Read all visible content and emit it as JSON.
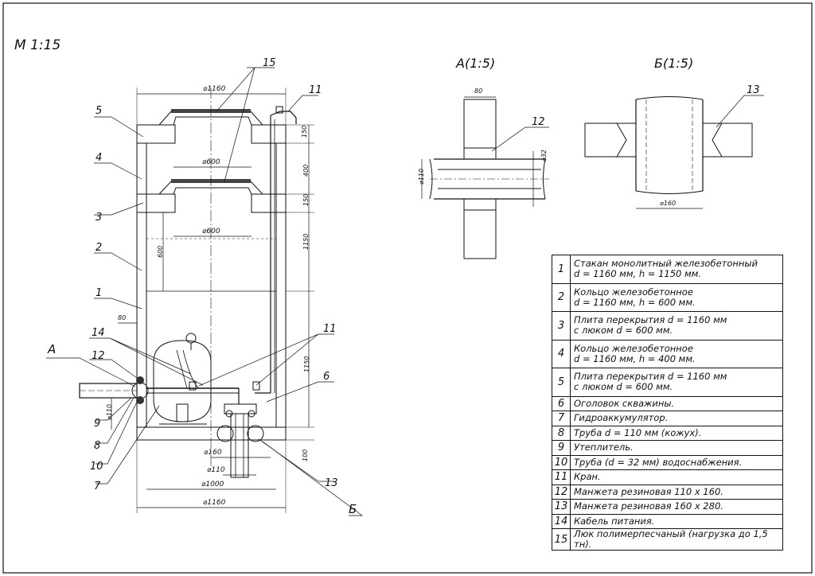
{
  "scale_main": "M 1:15",
  "detail_a": {
    "title": "A(1:5)",
    "dim_wall": "80",
    "dim_pipe": "⌀110",
    "dim_inner": "⌀32",
    "callout": "12"
  },
  "detail_b": {
    "title": "Б(1:5)",
    "dim_pipe": "⌀160",
    "callout": "13"
  },
  "dims": {
    "d1160_top": "⌀1160",
    "d600_top": "⌀600",
    "d600_mid": "⌀600",
    "d160": "⌀160",
    "d110": "⌀110",
    "d1000": "⌀1000",
    "d1160_bottom": "⌀1160",
    "h150_a": "150",
    "h400": "400",
    "h150_b": "150",
    "h1150": "1150",
    "h1150_lower": "1150",
    "h100": "100",
    "h600": "600",
    "wall80": "80",
    "pipe110": "⌀110"
  },
  "callouts": {
    "c15": "15",
    "c11_top": "11",
    "c5": "5",
    "c4": "4",
    "c3": "3",
    "c2": "2",
    "c1": "1",
    "c14": "14",
    "c12": "12",
    "cA": "A",
    "c11_mid": "11",
    "c6": "6",
    "c9": "9",
    "c8": "8",
    "c10": "10",
    "c7": "7",
    "c13": "13",
    "cB": "Б"
  },
  "legend": [
    {
      "num": "1",
      "text": "Стакан монолитный железобетонный\nd = 1160 мм, h = 1150 мм."
    },
    {
      "num": "2",
      "text": "Кольцо железобетонное\nd = 1160 мм, h = 600 мм."
    },
    {
      "num": "3",
      "text": "Плита перекрытия d = 1160 мм\nс люком d = 600 мм."
    },
    {
      "num": "4",
      "text": "Кольцо железобетонное\nd = 1160 мм, h = 400 мм."
    },
    {
      "num": "5",
      "text": "Плита перекрытия d = 1160 мм\n с люком d = 600 мм."
    },
    {
      "num": "6",
      "text": "Оголовок скважины."
    },
    {
      "num": "7",
      "text": "Гидроаккумулятор."
    },
    {
      "num": "8",
      "text": "Труба d = 110 мм (кожух)."
    },
    {
      "num": "9",
      "text": "Утеплитель."
    },
    {
      "num": "10",
      "text": "Труба (d = 32 мм) водоснабжения."
    },
    {
      "num": "11",
      "text": "Кран."
    },
    {
      "num": "12",
      "text": "Манжета резиновая 110 х 160."
    },
    {
      "num": "13",
      "text": "Манжета резиновая 160 х 280."
    },
    {
      "num": "14",
      "text": "Кабель питания."
    },
    {
      "num": "15",
      "text": "Люк полимерпесчаный (нагрузка до 1,5 тн)."
    }
  ]
}
